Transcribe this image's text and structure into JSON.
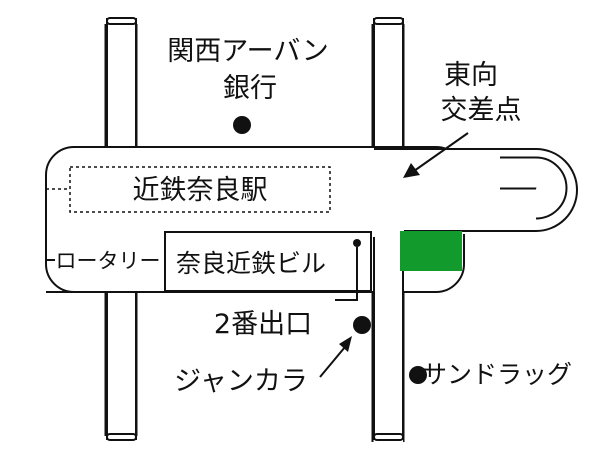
{
  "map": {
    "colors": {
      "background": "#ffffff",
      "road_fill": "#ffffff",
      "outline": "#111111",
      "marker": "#111111",
      "highlight": "#129a2c"
    },
    "landmarks": {
      "bank_line1": "関西アーバン",
      "bank_line2": "銀行",
      "intersection_line1": "東向",
      "intersection_line2": "交差点",
      "station": "近鉄奈良駅",
      "rotary": "ロータリー",
      "building": "奈良近鉄ビル",
      "exit2": "2番出口",
      "jankara": "ジャンカラ",
      "sundrug": "サンドラッグ"
    },
    "icons": {
      "point_marker": "filled-circle",
      "pointer": "arrow-line"
    }
  }
}
